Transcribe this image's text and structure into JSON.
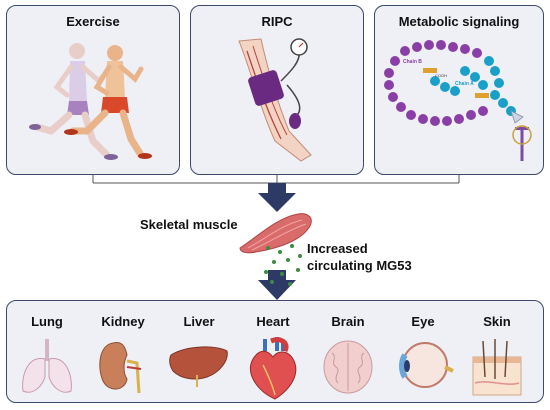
{
  "panels": {
    "exercise": "Exercise",
    "ripc": "RIPC",
    "metabolic": "Metabolic signaling"
  },
  "molecule": {
    "chain_b": "Chain B",
    "chain_a": "Chain A",
    "cooh": "COOH"
  },
  "center": {
    "muscle": "Skeletal muscle",
    "circulating_line1": "Increased",
    "circulating_line2": "circulating MG53"
  },
  "organs": [
    "Lung",
    "Kidney",
    "Liver",
    "Heart",
    "Brain",
    "Eye",
    "Skin"
  ],
  "colors": {
    "panel_border": "#3d4a6b",
    "panel_fill": "#eef0f6",
    "arrow": "#2e3a66",
    "chain_b": "#8a3fa6",
    "chain_a": "#1aa0c8"
  }
}
